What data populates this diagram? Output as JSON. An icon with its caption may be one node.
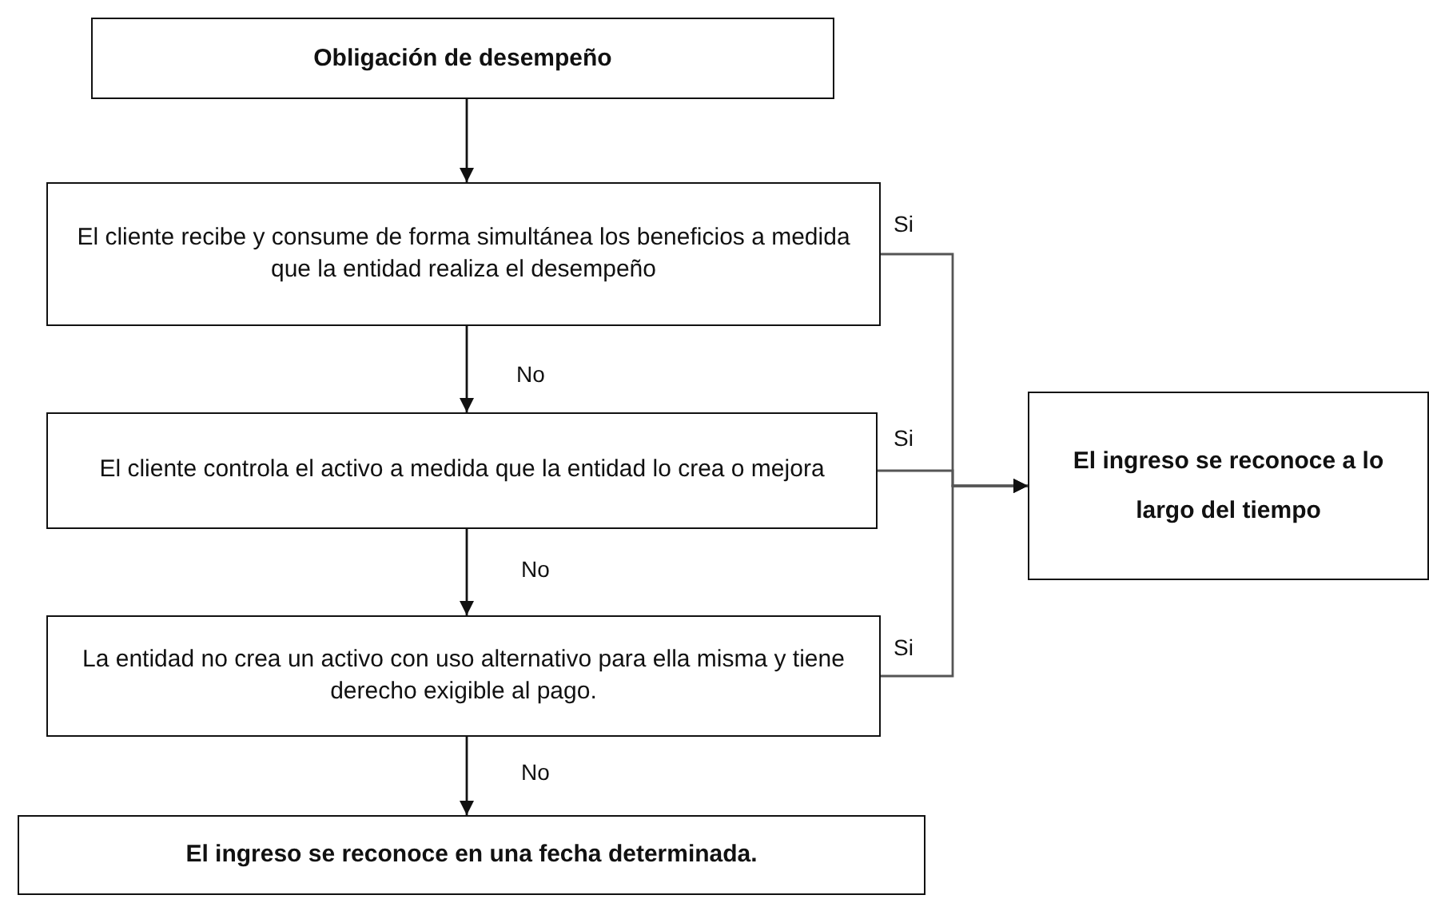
{
  "diagram": {
    "nodes": [
      {
        "text": [
          "Obligación de desempeño"
        ]
      },
      {
        "text": [
          "El cliente recibe y consume de forma simultánea los beneficios a medida que la entidad realiza el desempeño"
        ]
      },
      {
        "text": [
          "El cliente controla el activo a medida que la entidad lo crea o mejora"
        ]
      },
      {
        "text": [
          "La entidad no crea un activo con uso alternativo para ella misma y tiene derecho exigible al pago."
        ]
      },
      {
        "text": [
          "El ingreso se reconoce en una fecha determinada."
        ]
      },
      {
        "text": [
          "El ingreso se reconoce a lo largo del tiempo"
        ]
      }
    ],
    "edges": [
      {
        "from": 0,
        "to": 1,
        "arrow": "to"
      },
      {
        "from": 1,
        "to": 2,
        "arrow": "to",
        "label": "No"
      },
      {
        "from": 2,
        "to": 3,
        "arrow": "to",
        "label": "No"
      },
      {
        "from": 3,
        "to": 4,
        "arrow": "to",
        "label": "No"
      },
      {
        "from": 1,
        "to": 5,
        "arrow": "to",
        "label": "Si"
      },
      {
        "from": 2,
        "to": 5,
        "arrow": "to",
        "label": "Si"
      },
      {
        "from": 3,
        "to": 5,
        "arrow": "to",
        "label": "Si"
      }
    ]
  }
}
